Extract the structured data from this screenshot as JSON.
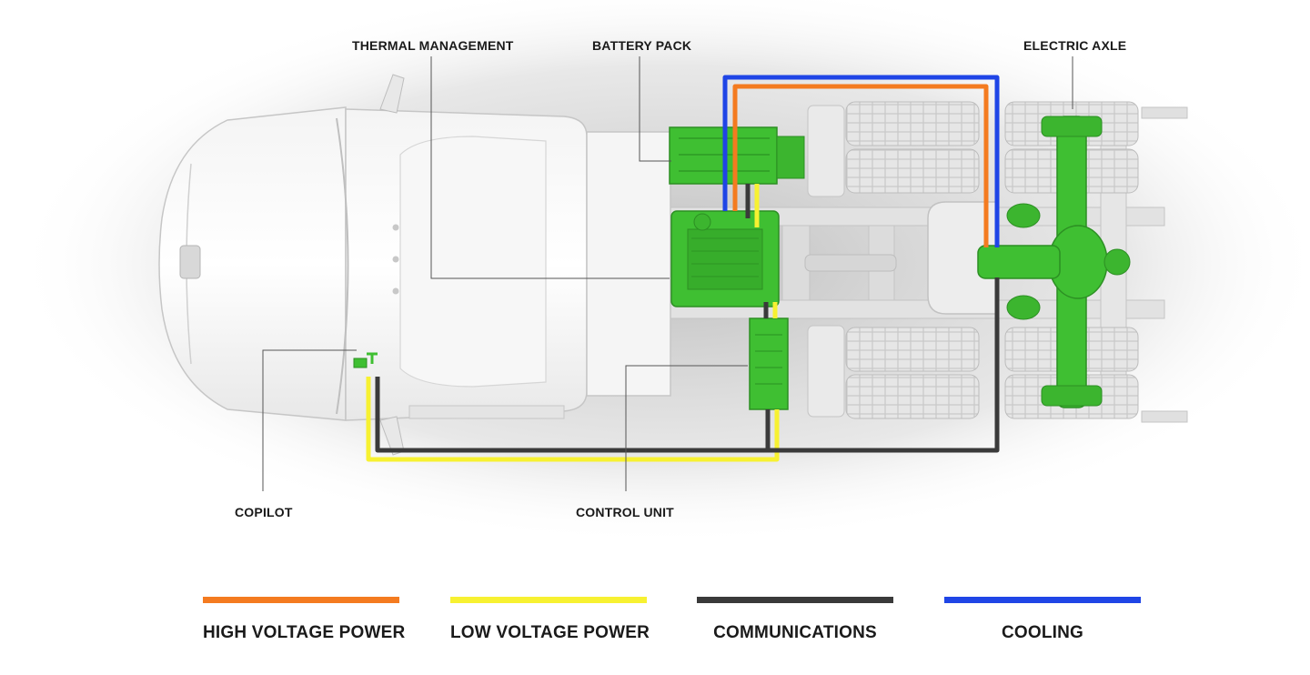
{
  "callouts": {
    "thermal_management": "THERMAL MANAGEMENT",
    "battery_pack": "BATTERY PACK",
    "electric_axle": "ELECTRIC AXLE",
    "copilot": "COPILOT",
    "control_unit": "CONTROL UNIT"
  },
  "legend": [
    {
      "label": "HIGH VOLTAGE POWER",
      "color": "#f47b20"
    },
    {
      "label": "LOW VOLTAGE POWER",
      "color": "#f7f131"
    },
    {
      "label": "COMMUNICATIONS",
      "color": "#3a3a3a"
    },
    {
      "label": "COOLING",
      "color": "#1f45e6"
    }
  ],
  "colors": {
    "component_green": "#3fbf32",
    "truck_body": "#eeeeee"
  }
}
